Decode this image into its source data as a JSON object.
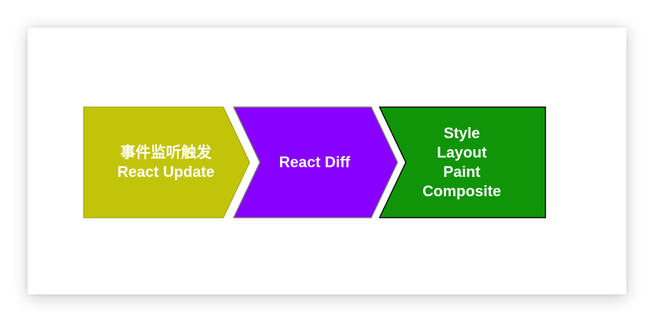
{
  "steps": [
    {
      "lines": [
        "事件监听触发",
        "React Update"
      ],
      "fill": "#c2c40a",
      "stroke": "#a9ab1a"
    },
    {
      "lines": [
        "React Diff"
      ],
      "fill": "#8800ff",
      "stroke": "#7a7a7a"
    },
    {
      "lines": [
        "Style",
        "Layout",
        "Paint",
        "Composite"
      ],
      "fill": "#109408",
      "stroke": "#000000"
    }
  ],
  "colors": {
    "text": "#ffffff",
    "card": "#ffffff"
  }
}
